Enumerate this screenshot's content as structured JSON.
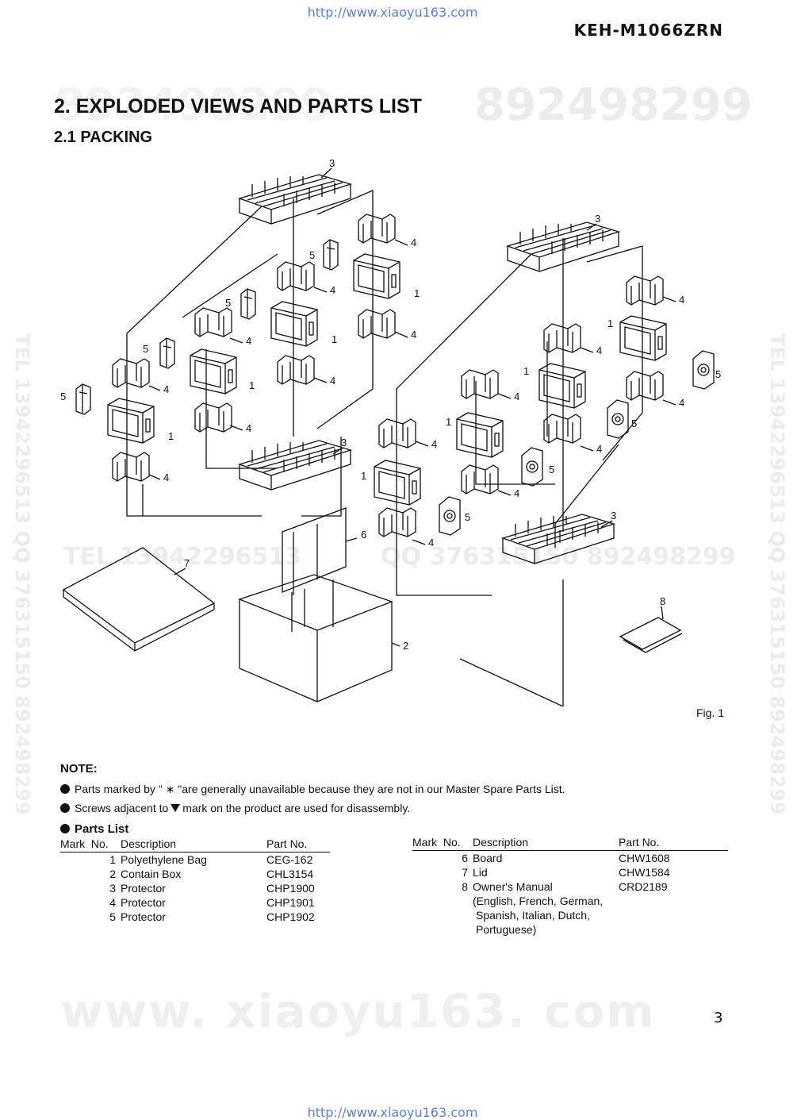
{
  "watermark": {
    "url_top": "http://www.xiaoyu163.com",
    "url_bottom": "http://www.xiaoyu163.com",
    "qq_number": "892498299",
    "tel_mid": "TEL 13942296513",
    "qq_mid": "QQ 376315150 892498299",
    "side_text": "TEL 13942296513 QQ 376315150 892498299",
    "big_text": "www. xiaoyu163. com"
  },
  "header": {
    "model": "KEH-M1066ZRN"
  },
  "section": {
    "title": "2. EXPLODED VIEWS AND PARTS LIST",
    "subtitle": "2.1 PACKING"
  },
  "figure": {
    "caption": "Fig. 1",
    "callouts": [
      "1",
      "2",
      "3",
      "4",
      "5",
      "6",
      "7",
      "8"
    ]
  },
  "note": {
    "title": "NOTE:",
    "line1": "Parts marked by \" ∗ \"are generally unavailable because they are not in our Master Spare Parts List.",
    "line2_before": "Screws adjacent to",
    "line2_after": "mark on the product are used for disassembly."
  },
  "parts_list": {
    "title": "Parts List",
    "headers": {
      "mark": "Mark",
      "no": "No.",
      "description": "Description",
      "part_no": "Part No."
    },
    "left": [
      {
        "no": "1",
        "description": "Polyethylene Bag",
        "part_no": "CEG-162"
      },
      {
        "no": "2",
        "description": "Contain Box",
        "part_no": "CHL3154"
      },
      {
        "no": "3",
        "description": "Protector",
        "part_no": "CHP1900"
      },
      {
        "no": "4",
        "description": "Protector",
        "part_no": "CHP1901"
      },
      {
        "no": "5",
        "description": "Protector",
        "part_no": "CHP1902"
      }
    ],
    "right": [
      {
        "no": "6",
        "description": "Board",
        "part_no": "CHW1608"
      },
      {
        "no": "7",
        "description": "Lid",
        "part_no": "CHW1584"
      },
      {
        "no": "8",
        "description": "Owner's Manual",
        "part_no": "CRD2189"
      }
    ],
    "manual_languages": [
      "(English, French, German,",
      "Spanish, Italian, Dutch,",
      "Portuguese)"
    ]
  },
  "page_number": "3"
}
